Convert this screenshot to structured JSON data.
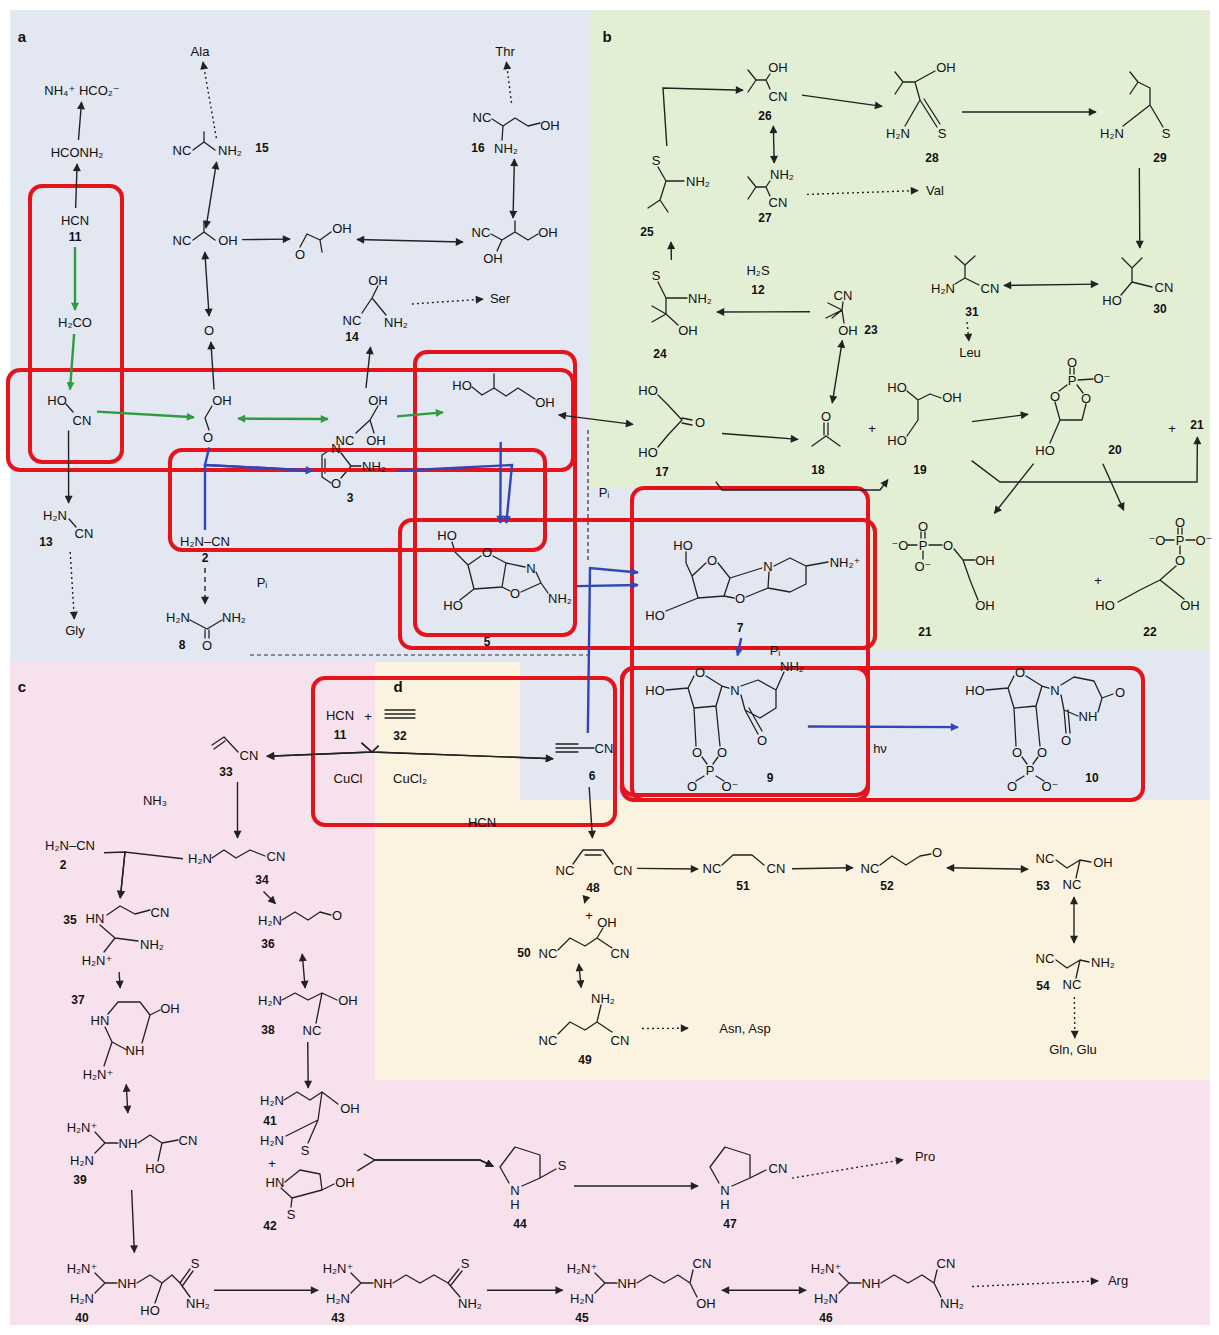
{
  "diagram": {
    "nodes": [
      {
        "text": [
          "NH₄⁺ HCO₂⁻"
        ]
      },
      {
        "text": [
          "HCONH₂"
        ]
      },
      {
        "text": [
          "HCN",
          "11"
        ]
      },
      {
        "text": [
          "H₂CO"
        ]
      },
      {
        "text": [
          "HO",
          "CN"
        ]
      },
      {
        "text": [
          "H₂N",
          "CN",
          "13"
        ]
      },
      {
        "text": [
          "Gly"
        ]
      },
      {
        "text": [
          "OH",
          "O"
        ]
      },
      {
        "text": [
          "H₂N–CN",
          "2"
        ]
      },
      {
        "text": [
          "H₂N",
          "NH₂",
          "O",
          "8"
        ]
      },
      {
        "text": [
          "N",
          "O",
          "NH₂",
          "3"
        ]
      },
      {
        "text": [
          "O"
        ]
      },
      {
        "text": [
          "NC",
          "OH"
        ]
      },
      {
        "text": [
          "NC",
          "NH₂",
          "15"
        ]
      },
      {
        "text": [
          "Ala"
        ]
      },
      {
        "text": [
          "OH",
          "O"
        ]
      },
      {
        "text": [
          "NC",
          "OH",
          "OH"
        ]
      },
      {
        "text": [
          "NC",
          "OH",
          "NH₂",
          "16"
        ]
      },
      {
        "text": [
          "Thr"
        ]
      },
      {
        "text": [
          "OH",
          "NC",
          "NH₂",
          "14"
        ]
      },
      {
        "text": [
          "Ser"
        ]
      },
      {
        "text": [
          "OH",
          "NC",
          "OH"
        ]
      },
      {
        "text": [
          "HO",
          "OH"
        ]
      },
      {
        "text": [
          "HO",
          "O",
          "N",
          "O",
          "NH₂",
          "HO",
          "5"
        ]
      },
      {
        "text": [
          "HO",
          "O",
          "N",
          "O",
          "NH₂⁺",
          "HO",
          "7"
        ]
      },
      {
        "text": [
          "O",
          "HO",
          "N",
          "NH₂",
          "O",
          "O",
          "O",
          "P",
          "O",
          "O⁻",
          "9"
        ]
      },
      {
        "text": [
          "O",
          "HO",
          "N",
          "O",
          "NH",
          "O",
          "O",
          "O",
          "P",
          "O",
          "O⁻",
          "10"
        ]
      },
      {
        "text": [
          "OH",
          "CN",
          "26"
        ]
      },
      {
        "text": [
          "NH₂",
          "CN",
          "27"
        ]
      },
      {
        "text": [
          "Val"
        ]
      },
      {
        "text": [
          "OH",
          "H₂N",
          "S",
          "28"
        ]
      },
      {
        "text": [
          "H₂N",
          "S",
          "29"
        ]
      },
      {
        "text": [
          "HO",
          "CN",
          "30"
        ]
      },
      {
        "text": [
          "H₂N",
          "CN",
          "31"
        ]
      },
      {
        "text": [
          "Leu"
        ]
      },
      {
        "text": [
          "S",
          "NH₂",
          "25"
        ]
      },
      {
        "text": [
          "S",
          "NH₂",
          "OH",
          "24"
        ]
      },
      {
        "text": [
          "CN",
          "OH",
          "23"
        ]
      },
      {
        "text": [
          "O",
          "18"
        ]
      },
      {
        "text": [
          "HO",
          "O",
          "HO",
          "17"
        ]
      },
      {
        "text": [
          "HO",
          "OH",
          "HO",
          "19"
        ]
      },
      {
        "text": [
          "O",
          "P",
          "O⁻",
          "O",
          "O",
          "HO",
          "20"
        ]
      },
      {
        "text": [
          "21"
        ]
      },
      {
        "text": [
          "O",
          "⁻O",
          "P",
          "O⁻",
          "O",
          "OH",
          "OH",
          "21"
        ]
      },
      {
        "text": [
          "O",
          "⁻O",
          "P",
          "O⁻",
          "O",
          "HO",
          "OH",
          "22"
        ]
      },
      {
        "text": [
          "HCN",
          "11"
        ]
      },
      {
        "text": [
          "32"
        ]
      },
      {
        "text": [
          "CN",
          "6"
        ]
      },
      {
        "text": [
          "CN",
          "33"
        ]
      },
      {
        "text": [
          "H₂N–CN",
          "2"
        ]
      },
      {
        "text": [
          "H₂N",
          "CN",
          "34"
        ]
      },
      {
        "text": [
          "35",
          "HN",
          "CN",
          "NH₂",
          "H₂N⁺"
        ]
      },
      {
        "text": [
          "37",
          "HN",
          "OH",
          "NH",
          "H₂N⁺"
        ]
      },
      {
        "text": [
          "H₂N⁺",
          "NH",
          "CN",
          "H₂N",
          "HO",
          "39"
        ]
      },
      {
        "text": [
          "H₂N⁺",
          "S",
          "NH",
          "H₂N",
          "HO",
          "NH₂",
          "40"
        ]
      },
      {
        "text": [
          "H₂N",
          "O",
          "36"
        ]
      },
      {
        "text": [
          "H₂N",
          "OH",
          "NC",
          "38"
        ]
      },
      {
        "text": [
          "H₂N",
          "OH",
          "41",
          "H₂N",
          "S"
        ]
      },
      {
        "text": [
          "HN",
          "OH",
          "S",
          "42"
        ]
      },
      {
        "text": [
          "S",
          "N",
          "H",
          "44"
        ]
      },
      {
        "text": [
          "CN",
          "N",
          "H",
          "47"
        ]
      },
      {
        "text": [
          "Pro"
        ]
      },
      {
        "text": [
          "H₂N⁺",
          "NH",
          "S",
          "H₂N",
          "NH₂",
          "43"
        ]
      },
      {
        "text": [
          "H₂N⁺",
          "NH",
          "CN",
          "H₂N",
          "OH",
          "45"
        ]
      },
      {
        "text": [
          "H₂N⁺",
          "NH",
          "CN",
          "H₂N",
          "NH₂",
          "46"
        ]
      },
      {
        "text": [
          "Arg"
        ]
      },
      {
        "text": [
          "NC",
          "CN",
          "48"
        ]
      },
      {
        "text": [
          "+",
          "OH",
          "NC",
          "CN",
          "50"
        ]
      },
      {
        "text": [
          "NH₂",
          "NC",
          "CN",
          "49"
        ]
      },
      {
        "text": [
          "Asn, Asp"
        ]
      },
      {
        "text": [
          "NC",
          "CN",
          "51"
        ]
      },
      {
        "text": [
          "NC",
          "O",
          "52"
        ]
      },
      {
        "text": [
          "NC",
          "OH",
          "NC",
          "53"
        ]
      },
      {
        "text": [
          "NC",
          "NH₂",
          "NC",
          "54"
        ]
      },
      {
        "text": [
          "Gln, Glu"
        ]
      }
    ],
    "edges": [
      {
        "from": 2,
        "to": 1,
        "arrow": "to"
      },
      {
        "from": 1,
        "to": 0,
        "arrow": "to"
      },
      {
        "from": 2,
        "to": 3,
        "arrow": "to"
      },
      {
        "from": 3,
        "to": 4,
        "arrow": "to"
      },
      {
        "from": 4,
        "to": 5,
        "arrow": "to"
      },
      {
        "from": 5,
        "to": 6,
        "arrow": "to"
      },
      {
        "from": 4,
        "to": 7,
        "arrow": "to"
      },
      {
        "from": 7,
        "to": 21,
        "arrow": "both"
      },
      {
        "from": 21,
        "to": 22,
        "arrow": "to"
      },
      {
        "from": 7,
        "to": 11,
        "arrow": "to"
      },
      {
        "from": 11,
        "to": 12,
        "arrow": "both"
      },
      {
        "from": 12,
        "to": 13,
        "arrow": "both"
      },
      {
        "from": 13,
        "to": 14,
        "arrow": "to"
      },
      {
        "from": 12,
        "to": 15,
        "arrow": "to"
      },
      {
        "from": 15,
        "to": 16,
        "arrow": "both"
      },
      {
        "from": 16,
        "to": 17,
        "arrow": "both"
      },
      {
        "from": 17,
        "to": 18,
        "arrow": "to"
      },
      {
        "from": 21,
        "to": 19,
        "arrow": "to"
      },
      {
        "from": 19,
        "to": 20,
        "arrow": "to"
      },
      {
        "from": 7,
        "to": 10,
        "arrow": "to"
      },
      {
        "from": 8,
        "to": 10,
        "arrow": "to"
      },
      {
        "from": 10,
        "to": 23,
        "arrow": "to"
      },
      {
        "from": 22,
        "to": 23,
        "arrow": "to"
      },
      {
        "from": 23,
        "to": 24,
        "arrow": "to"
      },
      {
        "from": 47,
        "to": 24,
        "arrow": "to"
      },
      {
        "from": 24,
        "to": 25,
        "arrow": "to"
      },
      {
        "from": 25,
        "to": 26,
        "arrow": "to"
      },
      {
        "from": 8,
        "to": 9,
        "arrow": "to"
      },
      {
        "from": 22,
        "to": 39,
        "arrow": "both"
      },
      {
        "from": 39,
        "to": 38,
        "arrow": "to"
      },
      {
        "from": 39,
        "to": 40,
        "arrow": "to"
      },
      {
        "from": 38,
        "to": 37,
        "arrow": "both"
      },
      {
        "from": 37,
        "to": 36,
        "arrow": "to"
      },
      {
        "from": 36,
        "to": 35,
        "arrow": "to"
      },
      {
        "from": 35,
        "to": 27,
        "arrow": "to"
      },
      {
        "from": 27,
        "to": 28,
        "arrow": "both"
      },
      {
        "from": 28,
        "to": 29,
        "arrow": "to"
      },
      {
        "from": 27,
        "to": 30,
        "arrow": "to"
      },
      {
        "from": 30,
        "to": 31,
        "arrow": "to"
      },
      {
        "from": 31,
        "to": 32,
        "arrow": "to"
      },
      {
        "from": 32,
        "to": 33,
        "arrow": "both"
      },
      {
        "from": 33,
        "to": 34,
        "arrow": "to"
      },
      {
        "from": 40,
        "to": 41,
        "arrow": "to"
      },
      {
        "from": 40,
        "to": 42,
        "arrow": "to"
      },
      {
        "from": 41,
        "to": 43,
        "arrow": "to"
      },
      {
        "from": 41,
        "to": 44,
        "arrow": "to"
      },
      {
        "from": 45,
        "to": 48,
        "arrow": "to"
      },
      {
        "from": 46,
        "to": 48,
        "arrow": "to"
      },
      {
        "from": 45,
        "to": 47,
        "arrow": "to"
      },
      {
        "from": 46,
        "to": 47,
        "arrow": "to"
      },
      {
        "from": 47,
        "to": 66,
        "arrow": "to"
      },
      {
        "from": 48,
        "to": 50,
        "arrow": "to"
      },
      {
        "from": 49,
        "to": 51,
        "arrow": "to"
      },
      {
        "from": 50,
        "to": 51,
        "arrow": "to"
      },
      {
        "from": 51,
        "to": 52,
        "arrow": "to"
      },
      {
        "from": 52,
        "to": 53,
        "arrow": "both"
      },
      {
        "from": 53,
        "to": 54,
        "arrow": "to"
      },
      {
        "from": 54,
        "to": 62,
        "arrow": "to"
      },
      {
        "from": 62,
        "to": 63,
        "arrow": "to"
      },
      {
        "from": 63,
        "to": 64,
        "arrow": "both"
      },
      {
        "from": 64,
        "to": 65,
        "arrow": "to"
      },
      {
        "from": 50,
        "to": 55,
        "arrow": "to"
      },
      {
        "from": 55,
        "to": 56,
        "arrow": "both"
      },
      {
        "from": 56,
        "to": 57,
        "arrow": "to"
      },
      {
        "from": 57,
        "to": 59,
        "arrow": "to"
      },
      {
        "from": 58,
        "to": 59,
        "arrow": "to"
      },
      {
        "from": 59,
        "to": 60,
        "arrow": "to"
      },
      {
        "from": 60,
        "to": 61,
        "arrow": "to"
      },
      {
        "from": 66,
        "to": 70,
        "arrow": "to"
      },
      {
        "from": 70,
        "to": 71,
        "arrow": "to"
      },
      {
        "from": 71,
        "to": 72,
        "arrow": "both"
      },
      {
        "from": 72,
        "to": 73,
        "arrow": "both"
      },
      {
        "from": 73,
        "to": 74,
        "arrow": "to"
      },
      {
        "from": 66,
        "to": 67,
        "arrow": "to"
      },
      {
        "from": 67,
        "to": 68,
        "arrow": "both"
      },
      {
        "from": 68,
        "to": 69,
        "arrow": "to"
      }
    ],
    "labels": [
      "a",
      "b",
      "c",
      "d",
      "H₂S",
      "12",
      "+",
      "+",
      "+",
      "Pᵢ",
      "Pᵢ",
      "Pᵢ",
      "hν",
      "+",
      "CuCl",
      "CuCl₂",
      "NH₃",
      "HCN",
      "+"
    ]
  }
}
